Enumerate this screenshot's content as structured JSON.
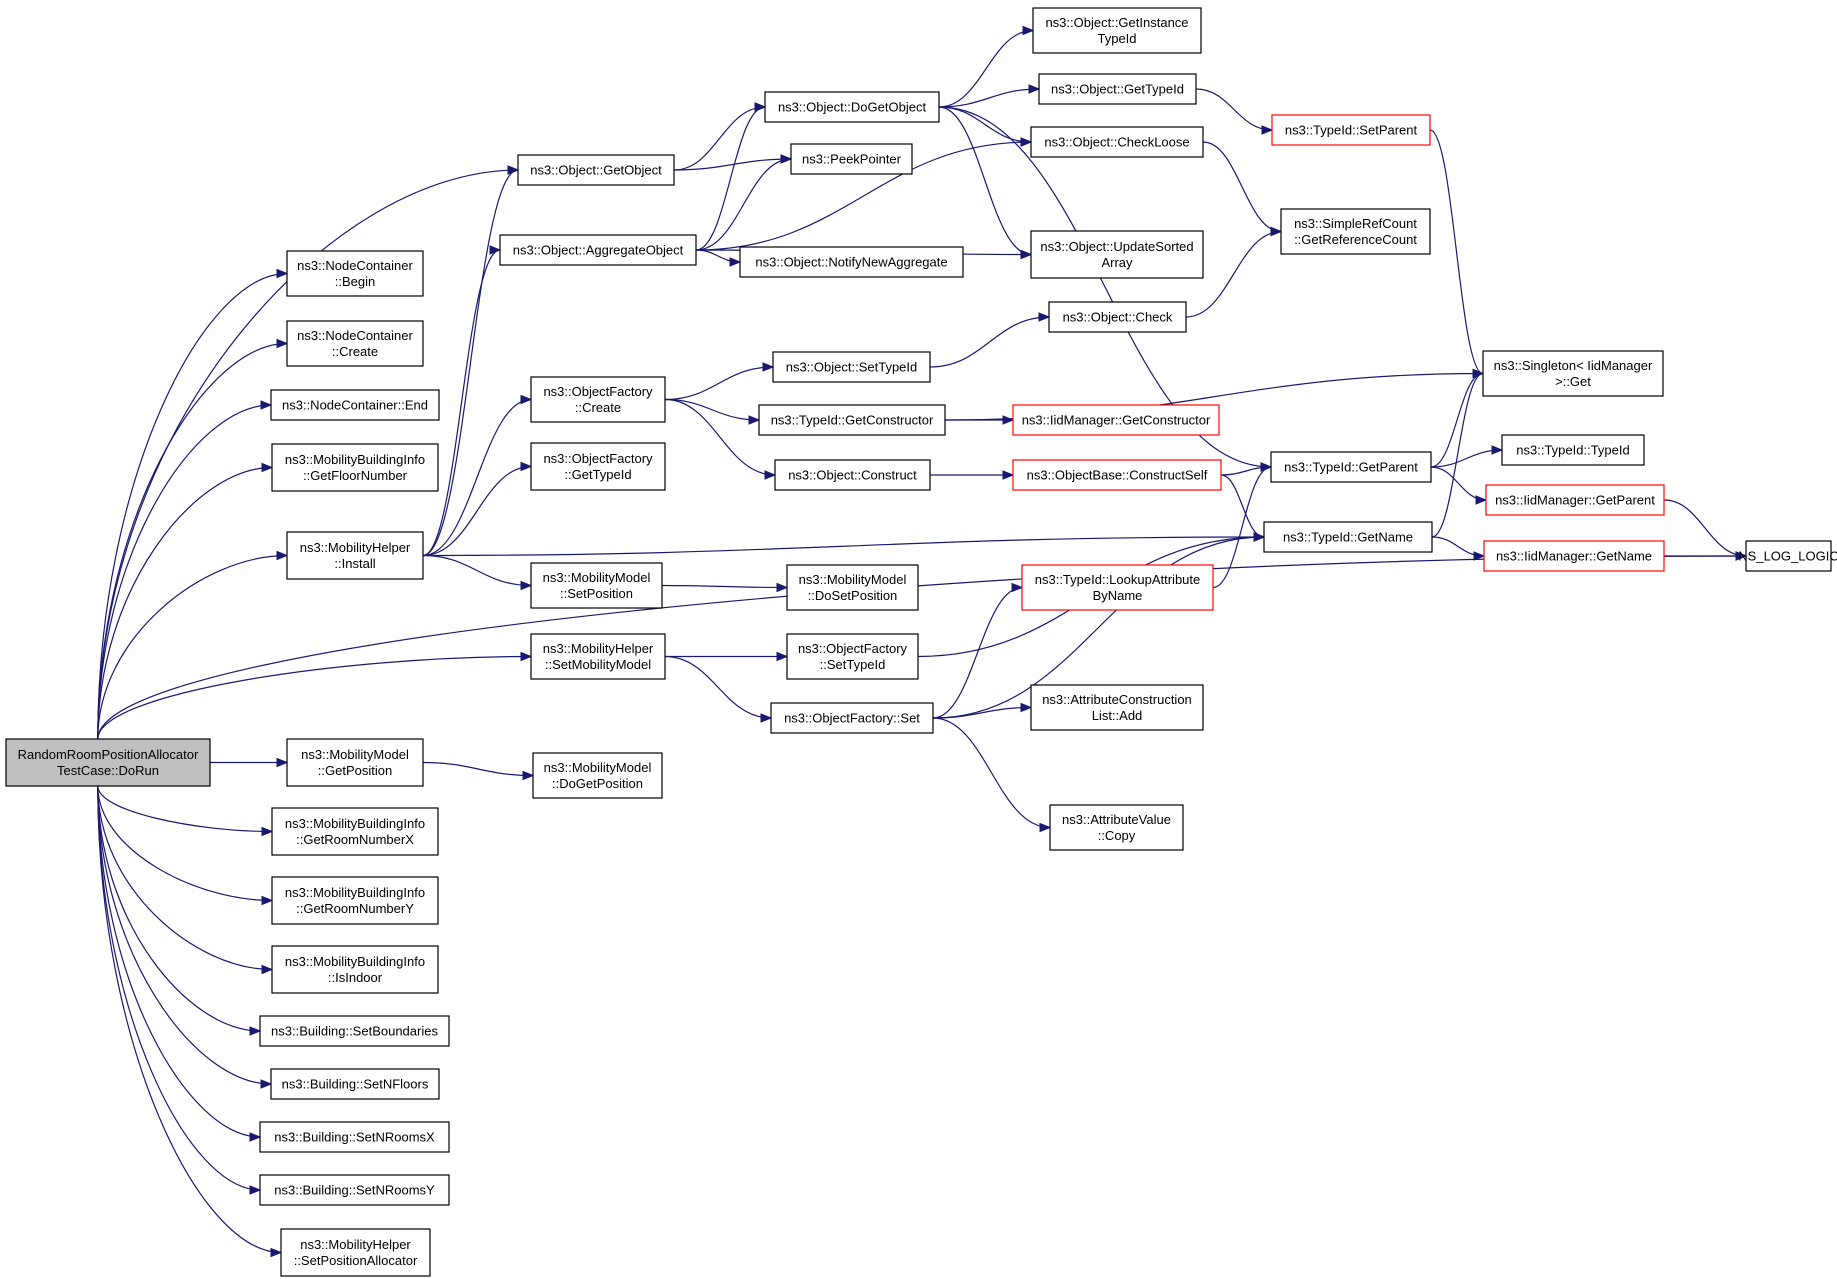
{
  "diagram": {
    "title": "",
    "nodes": [
      {
        "id": "root",
        "lines": [
          "RandomRoomPositionAllocator",
          "TestCase::DoRun"
        ],
        "root": true
      },
      {
        "id": "nc_begin",
        "lines": [
          "ns3::NodeContainer",
          "::Begin"
        ]
      },
      {
        "id": "nc_create",
        "lines": [
          "ns3::NodeContainer",
          "::Create"
        ]
      },
      {
        "id": "nc_end",
        "lines": [
          "ns3::NodeContainer::End"
        ]
      },
      {
        "id": "mbi_floor",
        "lines": [
          "ns3::MobilityBuildingInfo",
          "::GetFloorNumber"
        ]
      },
      {
        "id": "mh_install",
        "lines": [
          "ns3::MobilityHelper",
          "::Install"
        ]
      },
      {
        "id": "mm_getpos",
        "lines": [
          "ns3::MobilityModel",
          "::GetPosition"
        ]
      },
      {
        "id": "mbi_roomx",
        "lines": [
          "ns3::MobilityBuildingInfo",
          "::GetRoomNumberX"
        ]
      },
      {
        "id": "mbi_roomy",
        "lines": [
          "ns3::MobilityBuildingInfo",
          "::GetRoomNumberY"
        ]
      },
      {
        "id": "mbi_indoor",
        "lines": [
          "ns3::MobilityBuildingInfo",
          "::IsIndoor"
        ]
      },
      {
        "id": "b_bounds",
        "lines": [
          "ns3::Building::SetBoundaries"
        ]
      },
      {
        "id": "b_floors",
        "lines": [
          "ns3::Building::SetNFloors"
        ]
      },
      {
        "id": "b_roomsx",
        "lines": [
          "ns3::Building::SetNRoomsX"
        ]
      },
      {
        "id": "b_roomsy",
        "lines": [
          "ns3::Building::SetNRoomsY"
        ]
      },
      {
        "id": "mh_setpa",
        "lines": [
          "ns3::MobilityHelper",
          "::SetPositionAllocator"
        ]
      },
      {
        "id": "o_getobject",
        "lines": [
          "ns3::Object::GetObject"
        ]
      },
      {
        "id": "o_aggregate",
        "lines": [
          "ns3::Object::AggregateObject"
        ]
      },
      {
        "id": "of_create",
        "lines": [
          "ns3::ObjectFactory",
          "::Create"
        ]
      },
      {
        "id": "of_gettypeid",
        "lines": [
          "ns3::ObjectFactory",
          "::GetTypeId"
        ]
      },
      {
        "id": "mm_setpos",
        "lines": [
          "ns3::MobilityModel",
          "::SetPosition"
        ]
      },
      {
        "id": "mh_setmm",
        "lines": [
          "ns3::MobilityHelper",
          "::SetMobilityModel"
        ]
      },
      {
        "id": "mm_dogetpos",
        "lines": [
          "ns3::MobilityModel",
          "::DoGetPosition"
        ]
      },
      {
        "id": "o_dogetobject",
        "lines": [
          "ns3::Object::DoGetObject"
        ]
      },
      {
        "id": "peekpointer",
        "lines": [
          "ns3::PeekPointer"
        ]
      },
      {
        "id": "o_notify",
        "lines": [
          "ns3::Object::NotifyNewAggregate"
        ]
      },
      {
        "id": "o_settypeid",
        "lines": [
          "ns3::Object::SetTypeId"
        ]
      },
      {
        "id": "tid_getctor",
        "lines": [
          "ns3::TypeId::GetConstructor"
        ]
      },
      {
        "id": "o_construct",
        "lines": [
          "ns3::Object::Construct"
        ]
      },
      {
        "id": "mm_dosetpos",
        "lines": [
          "ns3::MobilityModel",
          "::DoSetPosition"
        ]
      },
      {
        "id": "of_settypeid",
        "lines": [
          "ns3::ObjectFactory",
          "::SetTypeId"
        ]
      },
      {
        "id": "of_set",
        "lines": [
          "ns3::ObjectFactory::Set"
        ]
      },
      {
        "id": "o_getinsttid",
        "lines": [
          "ns3::Object::GetInstance",
          "TypeId"
        ]
      },
      {
        "id": "o_gettypeid",
        "lines": [
          "ns3::Object::GetTypeId"
        ]
      },
      {
        "id": "o_checkloose",
        "lines": [
          "ns3::Object::CheckLoose"
        ]
      },
      {
        "id": "o_updsorted",
        "lines": [
          "ns3::Object::UpdateSorted",
          "Array"
        ]
      },
      {
        "id": "o_check",
        "lines": [
          "ns3::Object::Check"
        ]
      },
      {
        "id": "iid_getctor",
        "lines": [
          "ns3::IidManager::GetConstructor"
        ],
        "red": true
      },
      {
        "id": "ob_constructself",
        "lines": [
          "ns3::ObjectBase::ConstructSelf"
        ],
        "red": true
      },
      {
        "id": "tid_lookup",
        "lines": [
          "ns3::TypeId::LookupAttribute",
          "ByName"
        ],
        "red": true
      },
      {
        "id": "acl_add",
        "lines": [
          "ns3::AttributeConstruction",
          "List::Add"
        ]
      },
      {
        "id": "av_copy",
        "lines": [
          "ns3::AttributeValue",
          "::Copy"
        ]
      },
      {
        "id": "tid_setparent",
        "lines": [
          "ns3::TypeId::SetParent"
        ],
        "red": true
      },
      {
        "id": "src_getrc",
        "lines": [
          "ns3::SimpleRefCount",
          "::GetReferenceCount"
        ]
      },
      {
        "id": "singleton_get",
        "lines": [
          "ns3::Singleton< IidManager",
          ">::Get"
        ]
      },
      {
        "id": "tid_getparent",
        "lines": [
          "ns3::TypeId::GetParent"
        ]
      },
      {
        "id": "tid_getname",
        "lines": [
          "ns3::TypeId::GetName"
        ]
      },
      {
        "id": "tid_typeid",
        "lines": [
          "ns3::TypeId::TypeId"
        ]
      },
      {
        "id": "iid_getparent",
        "lines": [
          "ns3::IidManager::GetParent"
        ],
        "red": true
      },
      {
        "id": "iid_getname",
        "lines": [
          "ns3::IidManager::GetName"
        ],
        "red": true
      },
      {
        "id": "ns_log_logic",
        "lines": [
          "NS_LOG_LOGIC"
        ]
      }
    ],
    "edges": [
      [
        "root",
        "nc_begin"
      ],
      [
        "root",
        "nc_create"
      ],
      [
        "root",
        "nc_end"
      ],
      [
        "root",
        "mbi_floor"
      ],
      [
        "root",
        "o_getobject"
      ],
      [
        "root",
        "mh_install"
      ],
      [
        "root",
        "mh_setmm"
      ],
      [
        "root",
        "ns_log_logic"
      ],
      [
        "root",
        "mm_getpos"
      ],
      [
        "root",
        "mbi_roomx"
      ],
      [
        "root",
        "mbi_roomy"
      ],
      [
        "root",
        "mbi_indoor"
      ],
      [
        "root",
        "b_bounds"
      ],
      [
        "root",
        "b_floors"
      ],
      [
        "root",
        "b_roomsx"
      ],
      [
        "root",
        "b_roomsy"
      ],
      [
        "root",
        "mh_setpa"
      ],
      [
        "mh_install",
        "o_getobject"
      ],
      [
        "mh_install",
        "o_aggregate"
      ],
      [
        "mh_install",
        "of_create"
      ],
      [
        "mh_install",
        "of_gettypeid"
      ],
      [
        "mh_install",
        "mm_setpos"
      ],
      [
        "mh_install",
        "tid_getname"
      ],
      [
        "mh_setmm",
        "of_settypeid"
      ],
      [
        "mh_setmm",
        "of_set"
      ],
      [
        "mm_getpos",
        "mm_dogetpos"
      ],
      [
        "mm_setpos",
        "mm_dosetpos"
      ],
      [
        "o_getobject",
        "o_dogetobject"
      ],
      [
        "o_getobject",
        "peekpointer"
      ],
      [
        "o_aggregate",
        "o_dogetobject"
      ],
      [
        "o_aggregate",
        "peekpointer"
      ],
      [
        "o_aggregate",
        "o_notify"
      ],
      [
        "o_aggregate",
        "o_checkloose"
      ],
      [
        "o_aggregate",
        "o_updsorted"
      ],
      [
        "of_create",
        "o_settypeid"
      ],
      [
        "of_create",
        "tid_getctor"
      ],
      [
        "of_create",
        "o_construct"
      ],
      [
        "o_dogetobject",
        "o_getinsttid"
      ],
      [
        "o_dogetobject",
        "o_gettypeid"
      ],
      [
        "o_dogetobject",
        "o_checkloose"
      ],
      [
        "o_dogetobject",
        "o_updsorted"
      ],
      [
        "o_dogetobject",
        "tid_getparent"
      ],
      [
        "o_settypeid",
        "o_check"
      ],
      [
        "tid_getctor",
        "iid_getctor"
      ],
      [
        "tid_getctor",
        "singleton_get"
      ],
      [
        "o_construct",
        "ob_constructself"
      ],
      [
        "of_settypeid",
        "tid_getname"
      ],
      [
        "of_set",
        "tid_lookup"
      ],
      [
        "of_set",
        "acl_add"
      ],
      [
        "of_set",
        "av_copy"
      ],
      [
        "of_set",
        "tid_getname"
      ],
      [
        "o_gettypeid",
        "tid_setparent"
      ],
      [
        "o_checkloose",
        "src_getrc"
      ],
      [
        "o_check",
        "src_getrc"
      ],
      [
        "ob_constructself",
        "tid_getparent"
      ],
      [
        "ob_constructself",
        "tid_getname"
      ],
      [
        "tid_lookup",
        "tid_getparent"
      ],
      [
        "tid_setparent",
        "singleton_get"
      ],
      [
        "tid_getparent",
        "singleton_get"
      ],
      [
        "tid_getparent",
        "tid_typeid"
      ],
      [
        "tid_getparent",
        "iid_getparent"
      ],
      [
        "tid_getname",
        "singleton_get"
      ],
      [
        "tid_getname",
        "iid_getname"
      ],
      [
        "iid_getparent",
        "ns_log_logic"
      ],
      [
        "iid_getname",
        "ns_log_logic"
      ]
    ],
    "colors": {
      "edge": "#191970",
      "node_border": "#000000",
      "red_border": "#ff0000",
      "root_fill": "#bfbfbf",
      "background": "#ffffff"
    }
  }
}
